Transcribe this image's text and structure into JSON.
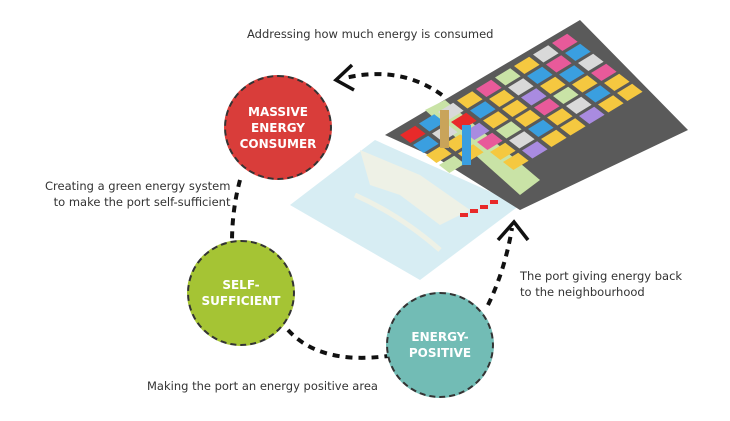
{
  "captions": {
    "top": "Addressing how much energy is consumed",
    "left": "Creating a green energy system\nto make the port self-sufficient",
    "right": "The port giving energy back\nto the neighbourhood",
    "bottom": "Making the port an energy positive area"
  },
  "stages": [
    {
      "label": "MASSIVE\nENERGY\nCONSUMER",
      "color": "#d93d3a"
    },
    {
      "label": "SELF-SUFFICIENT",
      "color": "#a5c434"
    },
    {
      "label": "ENERGY-POSITIVE",
      "color": "#72bcb5"
    }
  ],
  "map_colors": {
    "water": "#d7edf3",
    "quay": "#eef1e6",
    "street": "#5a5a5a",
    "block": "#d9d9d9",
    "park": "#c9e3a6",
    "building_yellow": "#f5c840",
    "building_pink": "#e85a9a",
    "building_blue": "#3a9fe0",
    "building_red": "#e82a2a",
    "building_purple": "#a98be0"
  }
}
